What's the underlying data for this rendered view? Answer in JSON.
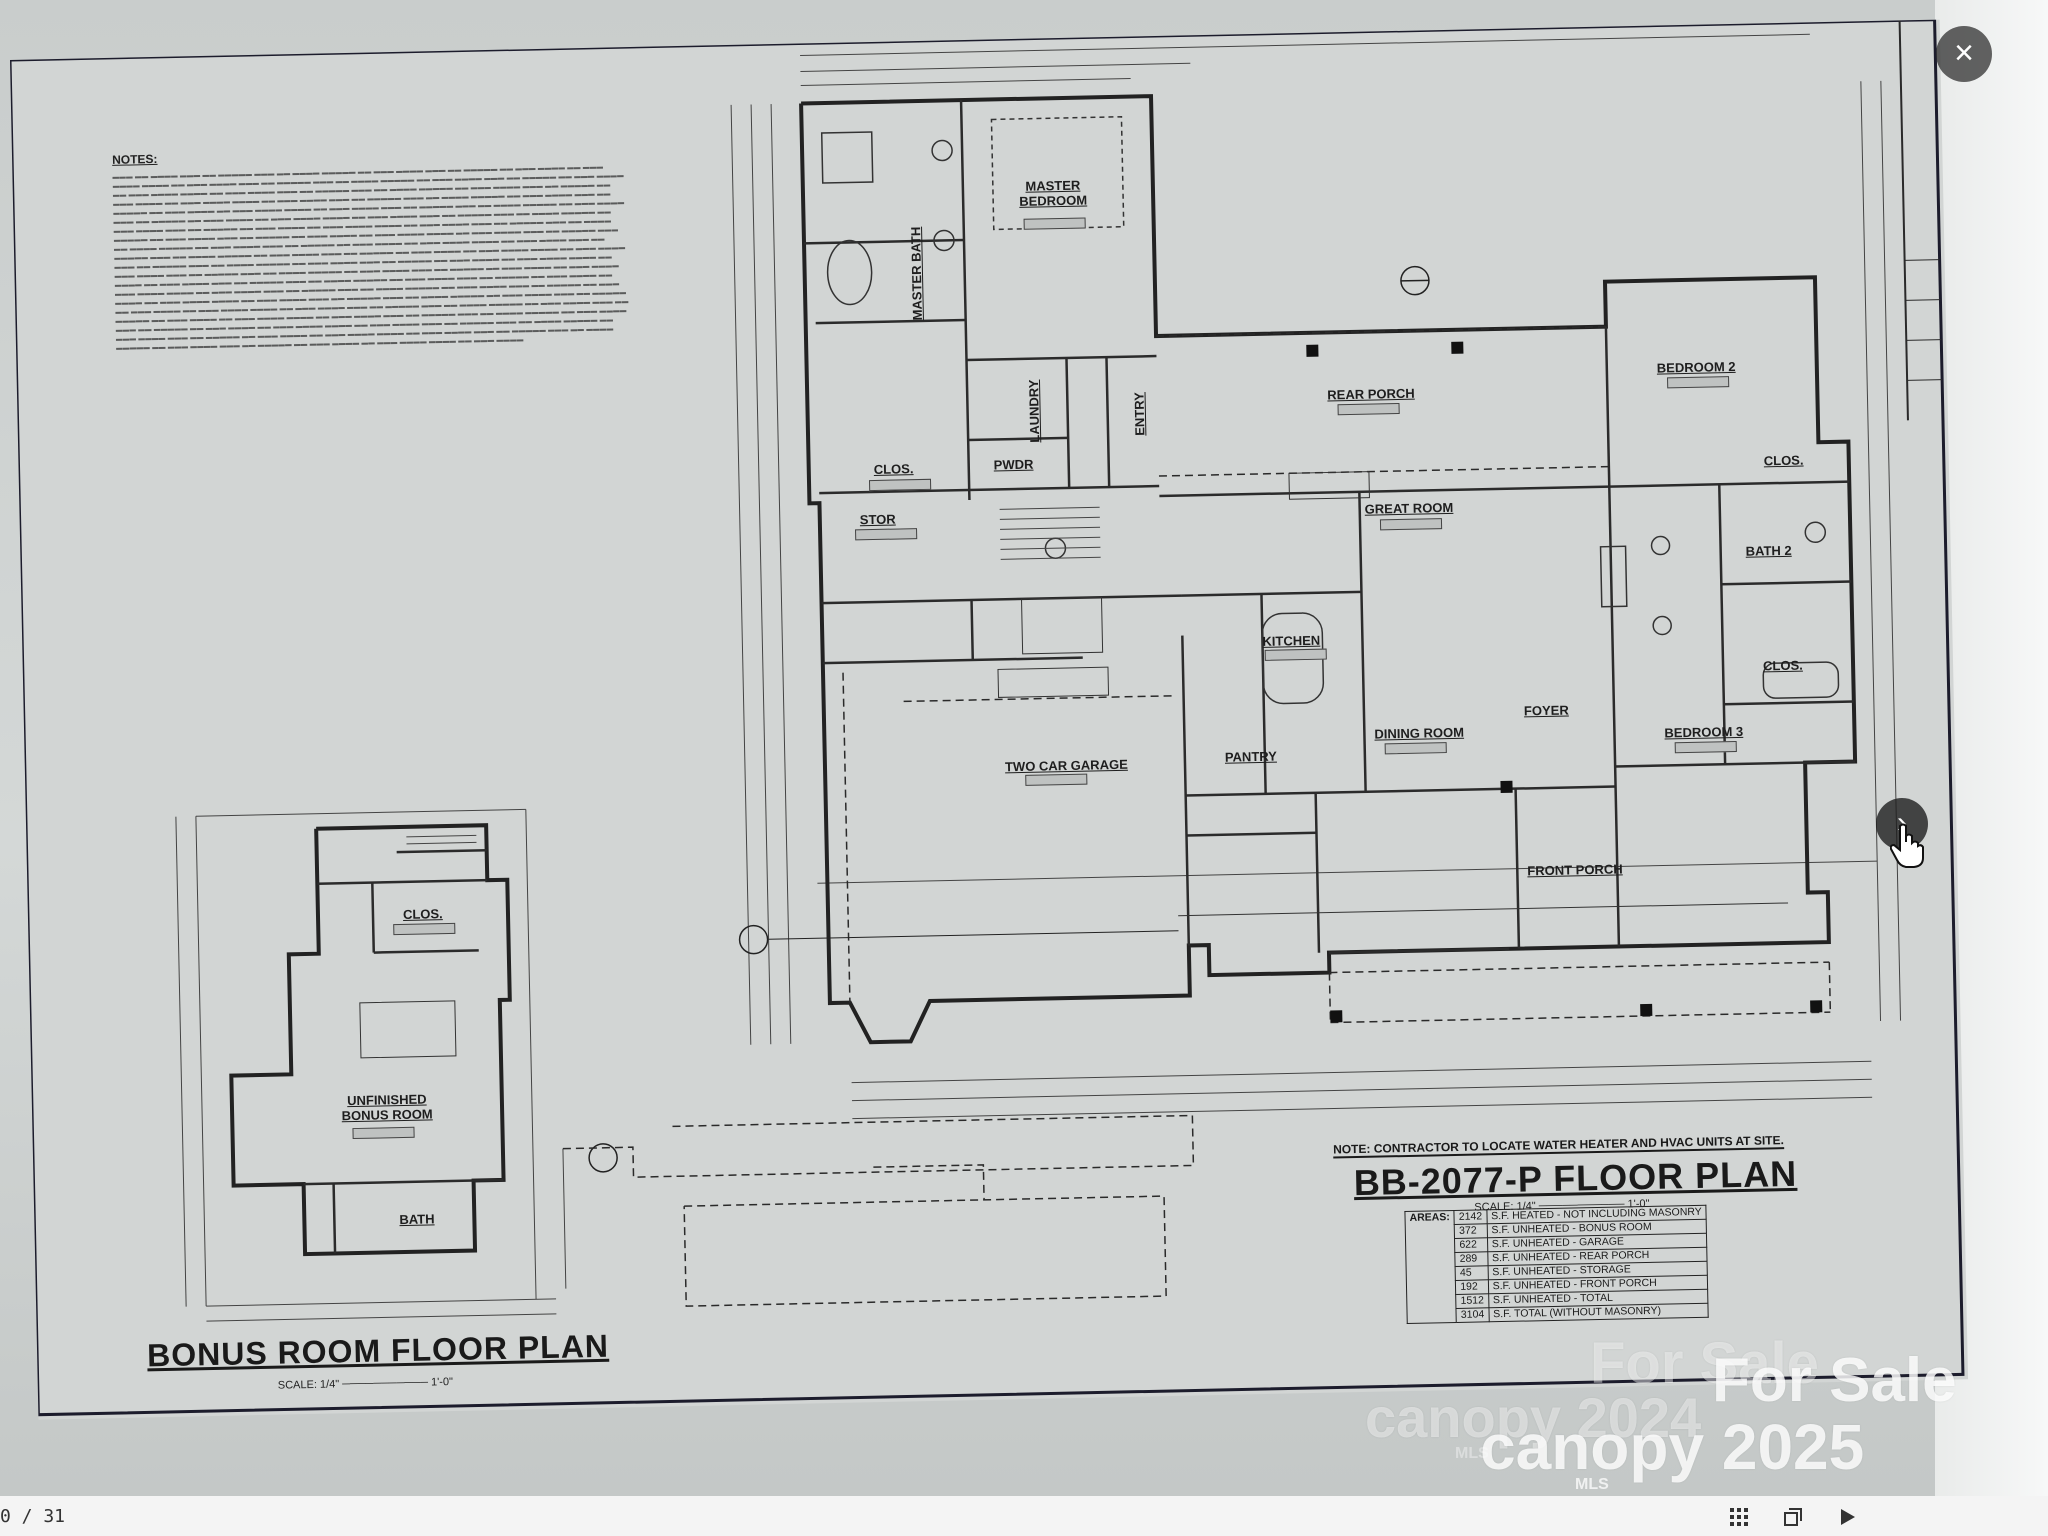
{
  "viewer": {
    "counter": "0 / 31",
    "close_icon": "close-icon",
    "next_icon": "chevron-right-icon"
  },
  "watermarks": {
    "primary_line1": "For Sale",
    "primary_line2": "canopy 2025",
    "primary_mls": "MLS",
    "ghost_line1": "For Sale",
    "ghost_line2": "canopy 2024",
    "ghost_mls": "MLS"
  },
  "plan": {
    "notes_title": "NOTES:",
    "main_title": "BB-2077-P FLOOR PLAN",
    "main_scale": "SCALE: 1/4\" ─────────── 1'-0\"",
    "bonus_title": "BONUS ROOM FLOOR PLAN",
    "bonus_scale": "SCALE: 1/4\" ─────────── 1'-0\"",
    "contractor_note": "NOTE: CONTRACTOR TO LOCATE WATER HEATER AND HVAC UNITS AT SITE.",
    "rooms": {
      "master_bedroom": "MASTER BEDROOM",
      "master_bath": "MASTER BATH",
      "laundry": "LAUNDRY",
      "entry": "ENTRY",
      "rear_porch": "REAR PORCH",
      "bedroom2": "BEDROOM 2",
      "clos_master": "CLOS.",
      "pwdr": "PWDR",
      "great_room": "GREAT ROOM",
      "clos_b2": "CLOS.",
      "stor": "STOR",
      "bath2": "BATH 2",
      "kitchen": "KITCHEN",
      "clos_b3": "CLOS.",
      "two_car_garage": "TWO CAR GARAGE",
      "pantry": "PANTRY",
      "dining_room": "DINING ROOM",
      "foyer": "FOYER",
      "bedroom3": "BEDROOM 3",
      "front_porch": "FRONT PORCH",
      "bonus_clos": "CLOS.",
      "unfinished_bonus": "UNFINISHED BONUS ROOM",
      "bonus_bath": "BATH"
    },
    "areas_label": "AREAS:",
    "areas": [
      {
        "value": "2142",
        "desc": "S.F. HEATED - NOT INCLUDING MASONRY"
      },
      {
        "value": "372",
        "desc": "S.F. UNHEATED - BONUS ROOM"
      },
      {
        "value": "622",
        "desc": "S.F. UNHEATED - GARAGE"
      },
      {
        "value": "289",
        "desc": "S.F. UNHEATED - REAR PORCH"
      },
      {
        "value": "45",
        "desc": "S.F. UNHEATED - STORAGE"
      },
      {
        "value": "192",
        "desc": "S.F. UNHEATED - FRONT PORCH"
      },
      {
        "value": "1512",
        "desc": "S.F. UNHEATED - TOTAL"
      },
      {
        "value": "3104",
        "desc": "S.F. TOTAL (WITHOUT MASONRY)"
      }
    ]
  }
}
